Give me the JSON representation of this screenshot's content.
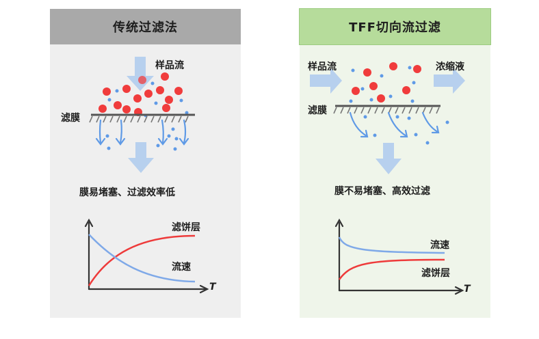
{
  "left": {
    "title": "传统过滤法",
    "sample_label": "样品流",
    "membrane_label": "滤膜",
    "caption": "膜易堵塞、过滤效率低",
    "chart": {
      "cake_label": "滤饼层",
      "flux_label": "流速",
      "x_axis": "T"
    }
  },
  "right": {
    "title": "TFF切向流过滤",
    "sample_label": "样品流",
    "retentate_label": "浓缩液",
    "membrane_label": "滤膜",
    "caption": "膜不易堵塞、高效过滤",
    "chart": {
      "flux_label": "流速",
      "cake_label": "滤饼层",
      "x_axis": "T"
    }
  },
  "colors": {
    "particle": "#f03c3c",
    "drop": "#5f9ae6",
    "arrow": "#b7d0ee",
    "cake_curve": "#ee3b3b",
    "flux_curve": "#7fa9e8",
    "left_header": "#a9a9a9",
    "right_header": "#b6dc9b"
  }
}
